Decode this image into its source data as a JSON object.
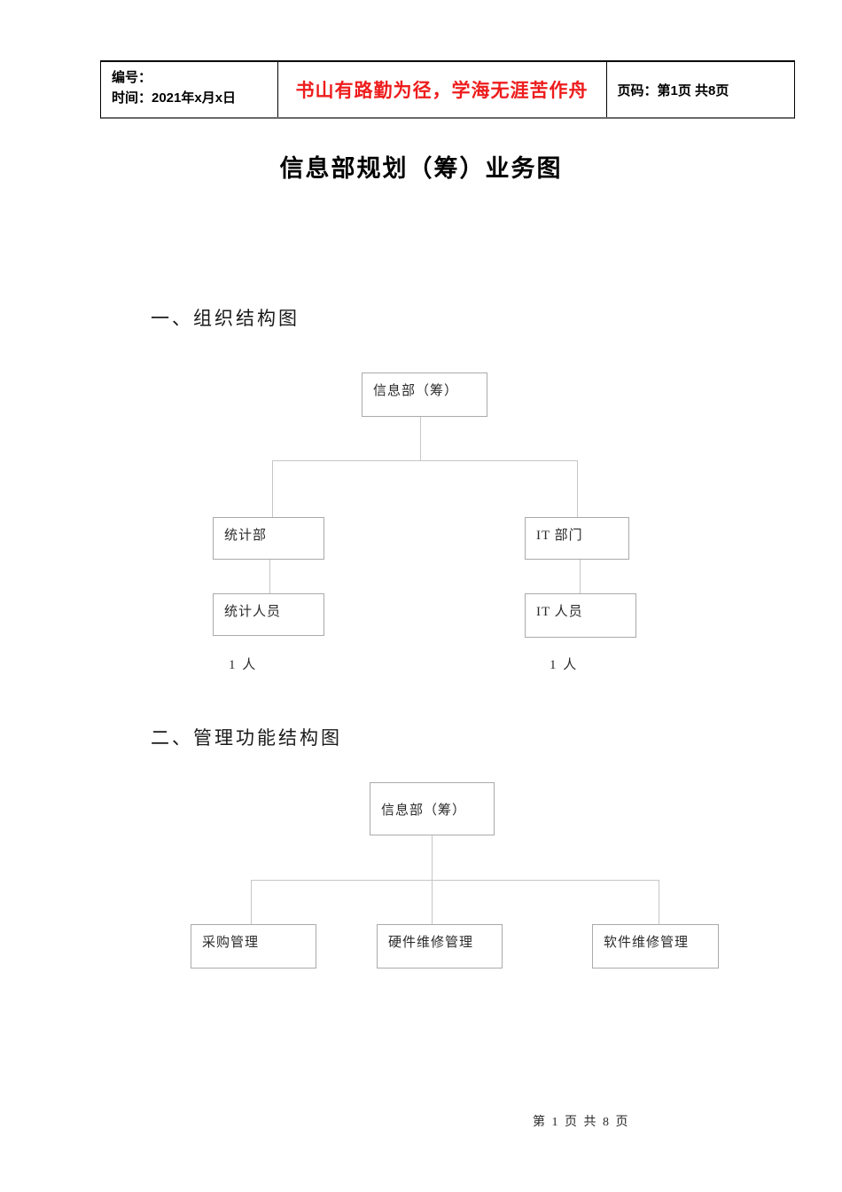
{
  "header_table": {
    "number_label": "编号：",
    "time_label": "时间：2021年x月x日",
    "slogan": "书山有路勤为径，学海无涯苦作舟",
    "page_label": "页码：第1页 共8页"
  },
  "title": "信息部规划（筹）业务图",
  "sections": [
    {
      "heading": "一、组织结构图"
    },
    {
      "heading": "二、管理功能结构图"
    }
  ],
  "org_chart": {
    "root": "信息部（筹）",
    "branches": [
      {
        "dept": "统计部",
        "staff": "统计人员",
        "count": "1 人"
      },
      {
        "dept": "IT 部门",
        "staff": "IT 人员",
        "count": "1 人"
      }
    ]
  },
  "function_chart": {
    "root": "信息部（筹）",
    "children": [
      {
        "label": "采购管理"
      },
      {
        "label": "硬件维修管理"
      },
      {
        "label": "软件维修管理"
      }
    ]
  },
  "footer": {
    "page_text": "第 1 页 共 8 页"
  },
  "colors": {
    "slogan_red": "#ee1c1c",
    "table_border": "#000000",
    "box_border": "#aaaaaa",
    "connector_gray": "#c6c6c6",
    "page_background": "#ffffff"
  }
}
